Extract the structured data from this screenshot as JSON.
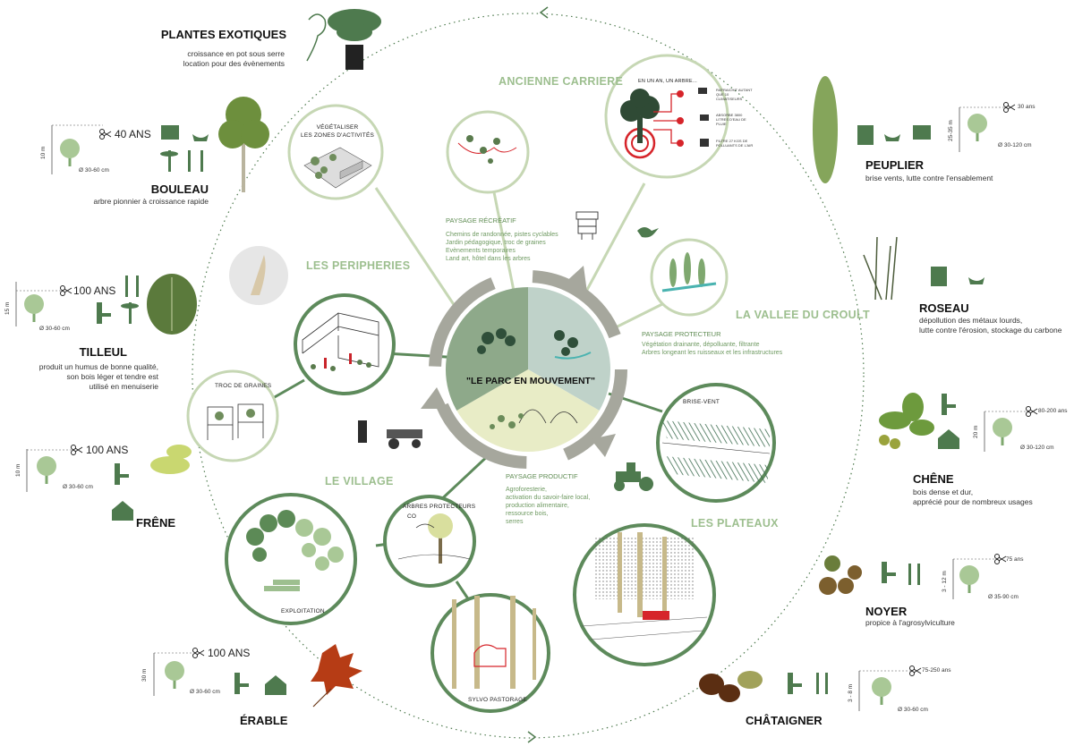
{
  "colors": {
    "dark_green": "#4e7a4e",
    "light_green": "#9dbf8f",
    "pale_green": "#c6d7b4",
    "grey": "#a9a9a0",
    "red": "#d6242a",
    "cream": "#e8e9c8"
  },
  "center": {
    "label": "\"LE PARC EN MOUVEMENT\""
  },
  "zones": {
    "ancienne_carriere": "ANCIENNE CARRIERE",
    "peripheries": "LES PERIPHERIES",
    "vallee": "LA VALLEE DU CROULT",
    "village": "LE VILLAGE",
    "plateaux": "LES PLATEAUX"
  },
  "paysages": {
    "recreatif": {
      "title": "PAYSAGE RÉCRÉATIF",
      "lines": [
        "Chemins de randonnée, pistes cyclables",
        "Jardin pédagogique, troc de graines",
        "Evènements temporaires",
        "Land art, hôtel dans les arbres"
      ]
    },
    "protecteur": {
      "title": "PAYSAGE PROTECTEUR",
      "lines": [
        "Végétation drainante, dépolluante, filtrante",
        "Arbres longeant les ruisseaux et les infrastructures"
      ]
    },
    "productif": {
      "title": "PAYSAGE PRODUCTIF",
      "lines": [
        "Agroforesterie,",
        "activation du savoir-faire local,",
        "production alimentaire,",
        "ressource bois,",
        "serres"
      ]
    }
  },
  "circles": {
    "vegetaliser": "VÉGÉTALISER\nLES ZONES D'ACTIVITÉS",
    "en_un_an": "EN UN AN, UN ARBRE...",
    "fact1": "RAFRAICHIT AUTANT QUE 10 CLIMATISEURS",
    "fact2": "ABSORBE 3800 LITRES D'EAU DE PLUIE",
    "fact3": "FILTRE 27 KGS DE POLLUANTS DE L'AIR",
    "troc": "TROC DE GRAINES",
    "brise_vent": "BRISE-VENT",
    "arbres_protecteurs": "ARBRES PROTECTEURS",
    "co2": "CO",
    "exploitation": "EXPLOITATION",
    "sylvo": "SYLVO PASTORAGE"
  },
  "trees": {
    "plantes": {
      "name": "PLANTES EXOTIQUES",
      "desc1": "croissance en pot sous serre",
      "desc2": "location pour des évènements"
    },
    "bouleau": {
      "name": "BOULEAU",
      "desc": "arbre pionnier à croissance rapide",
      "age": "40 ANS",
      "height": "10 m",
      "diam": "Ø 30-60 cm"
    },
    "tilleul": {
      "name": "TILLEUL",
      "desc1": "produit un humus de bonne qualité,",
      "desc2": "son bois léger et tendre est",
      "desc3": "utilisé en menuiserie",
      "age": "100 ANS",
      "height": "15 m",
      "diam": "Ø 30-60 cm"
    },
    "frene": {
      "name": "FRÊNE",
      "age": "100 ANS",
      "height": "10 m",
      "diam": "Ø 30-60 cm"
    },
    "erable": {
      "name": "ÉRABLE",
      "age": "100 ANS",
      "height": "30 m",
      "diam": "Ø 30-60 cm"
    },
    "peuplier": {
      "name": "PEUPLIER",
      "desc": "brise vents, lutte contre l'ensablement",
      "age": "30 ans",
      "height": "25-35 m",
      "diam": "Ø 30-120 cm"
    },
    "roseau": {
      "name": "ROSEAU",
      "desc1": "dépollution des métaux lourds,",
      "desc2": "lutte contre l'érosion, stockage du carbone"
    },
    "chene": {
      "name": "CHÊNE",
      "desc1": "bois dense et dur,",
      "desc2": "apprécié pour de nombreux usages",
      "age": "80-200 ans",
      "height": "20 m",
      "diam": "Ø 30-120 cm"
    },
    "noyer": {
      "name": "NOYER",
      "desc": "propice à l'agrosylviculture",
      "age": "75 ans",
      "height": "3 - 12 m",
      "diam": "Ø 35-90 cm"
    },
    "chataigner": {
      "name": "CHÂTAIGNER",
      "age": "75-250 ans",
      "height": "3 - 8 m",
      "diam": "Ø 30-60 cm"
    }
  },
  "icons": [
    "scissors-icon",
    "box-icon",
    "hand-plant-icon",
    "caduceus-icon",
    "fork-knife-icon",
    "chair-icon",
    "cabin-icon",
    "book-icon",
    "tree-icon",
    "balloon-icon",
    "beehive-icon",
    "bird-icon",
    "tractor-icon"
  ]
}
